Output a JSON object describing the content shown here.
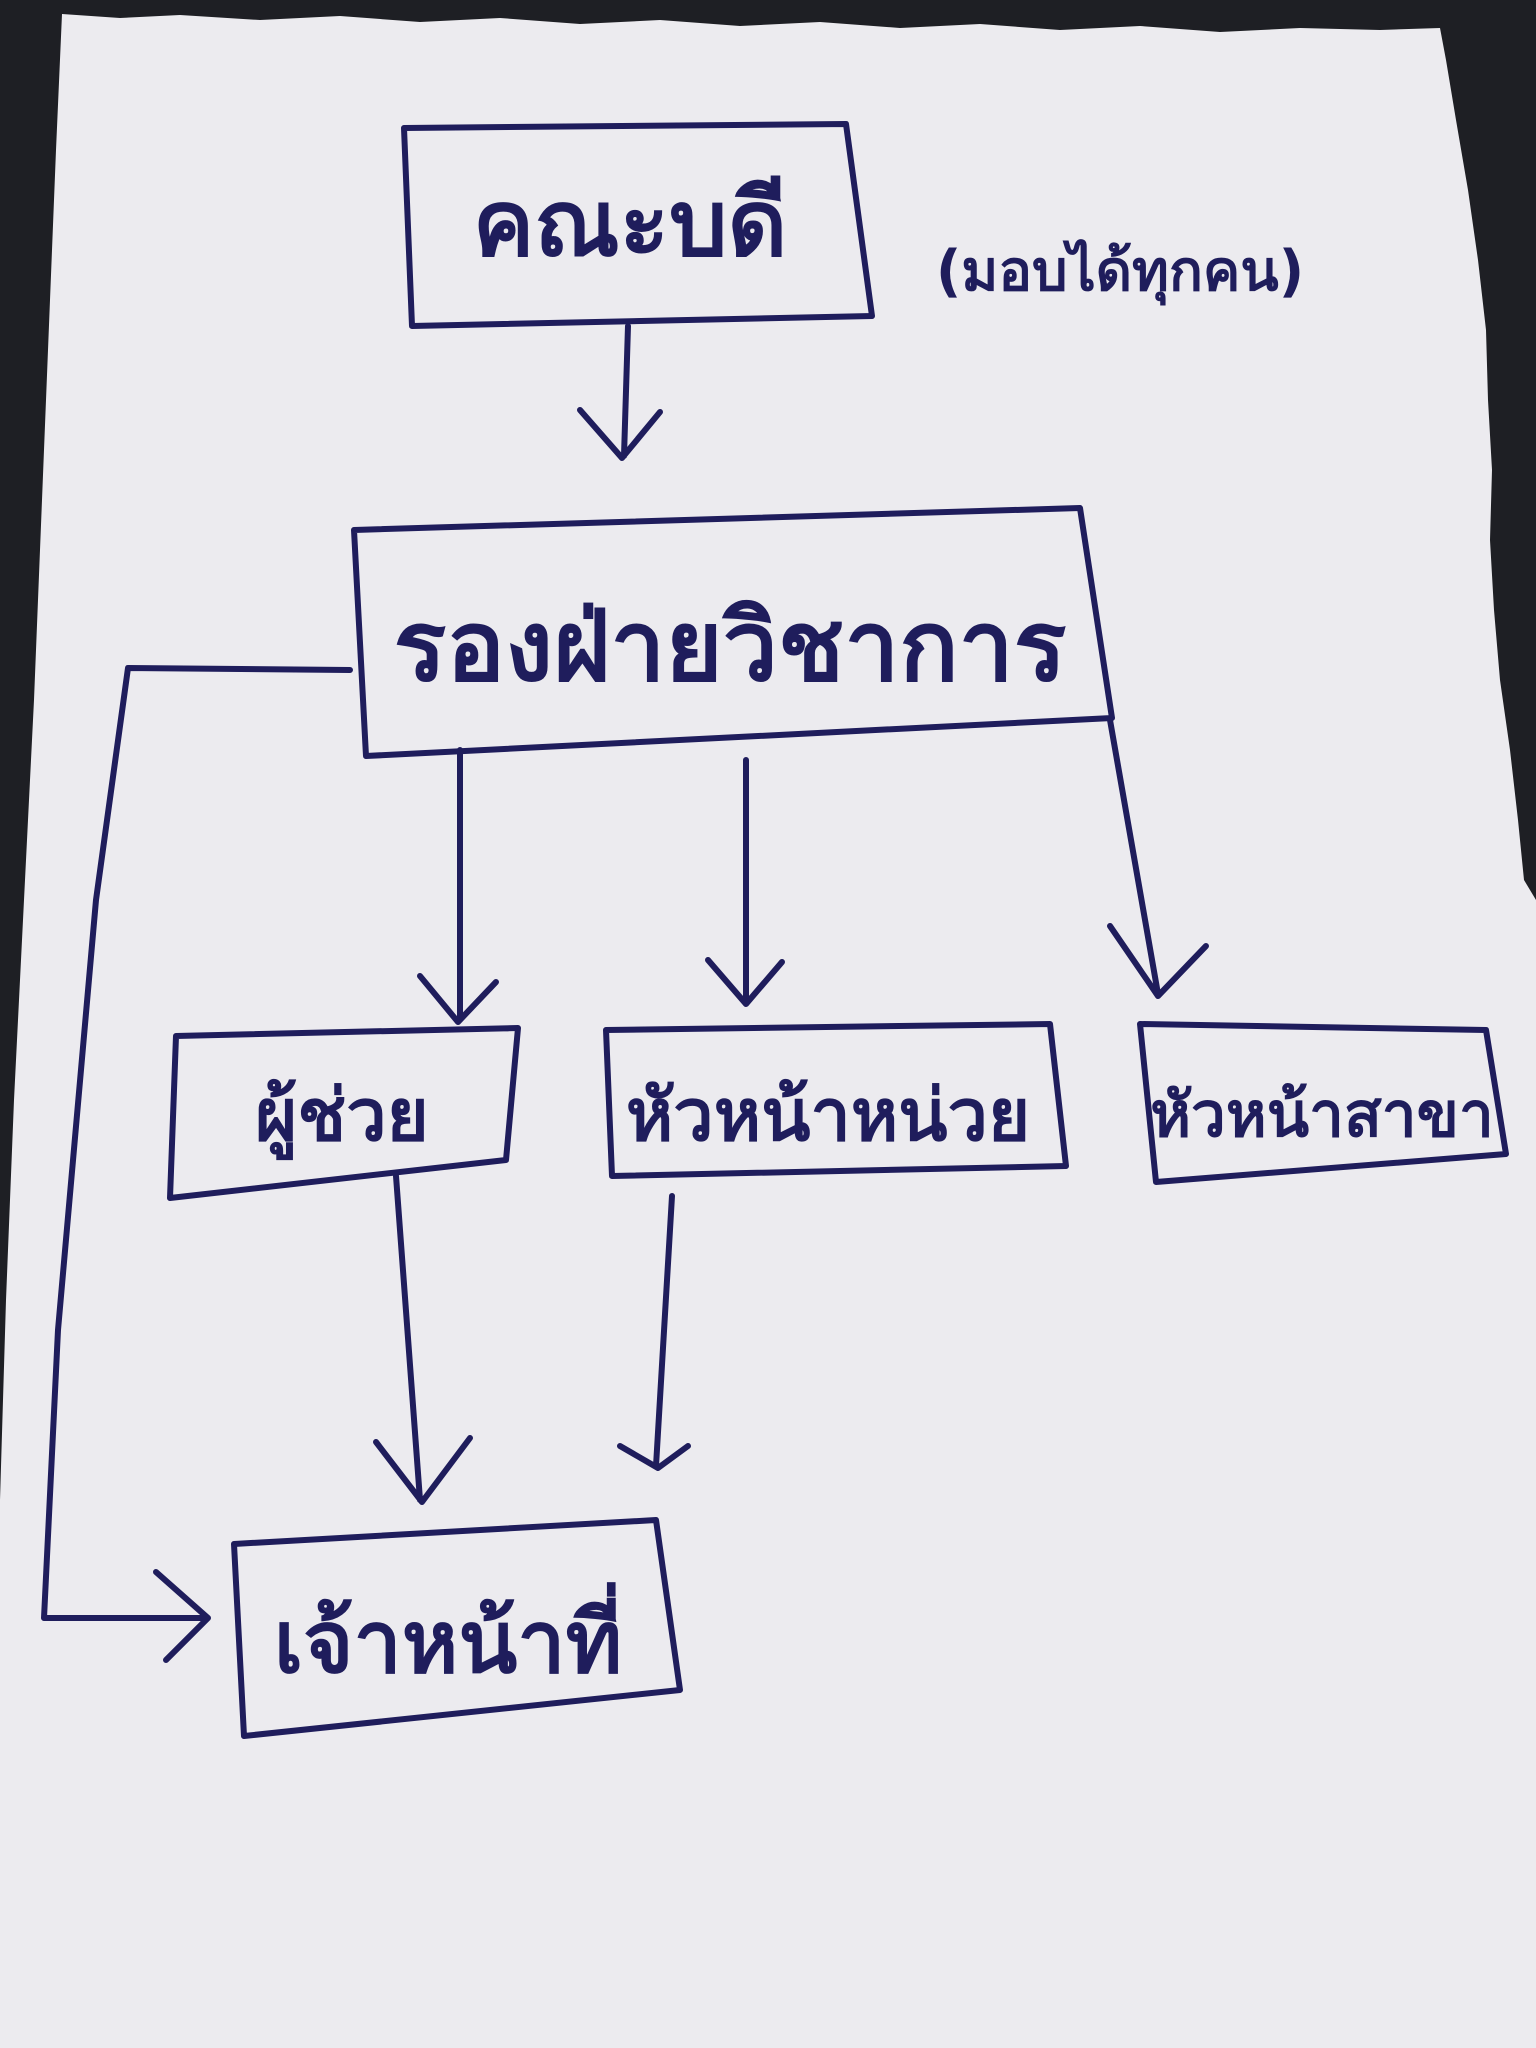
{
  "diagram": {
    "colors": {
      "paper": "#ecebef",
      "ink": "#1f1d5c",
      "background": "#1e1f24"
    },
    "nodes": {
      "dean": {
        "label": "คณะบดี"
      },
      "note": {
        "label": "(มอบได้ทุกคน)"
      },
      "vice_dean": {
        "label": "รองฝ่ายวิชาการ"
      },
      "assistant": {
        "label": "ผู้ช่วย"
      },
      "unit_head": {
        "label": "หัวหน้าหน่วย"
      },
      "branch_head": {
        "label": "หัวหน้าสาขา"
      },
      "staff": {
        "label": "เจ้าหน้าที่"
      }
    },
    "edges": [
      {
        "from": "dean",
        "to": "vice_dean"
      },
      {
        "from": "vice_dean",
        "to": "assistant"
      },
      {
        "from": "vice_dean",
        "to": "unit_head"
      },
      {
        "from": "vice_dean",
        "to": "branch_head"
      },
      {
        "from": "vice_dean",
        "to": "staff"
      },
      {
        "from": "assistant",
        "to": "staff"
      },
      {
        "from": "unit_head",
        "to": "staff"
      }
    ]
  }
}
